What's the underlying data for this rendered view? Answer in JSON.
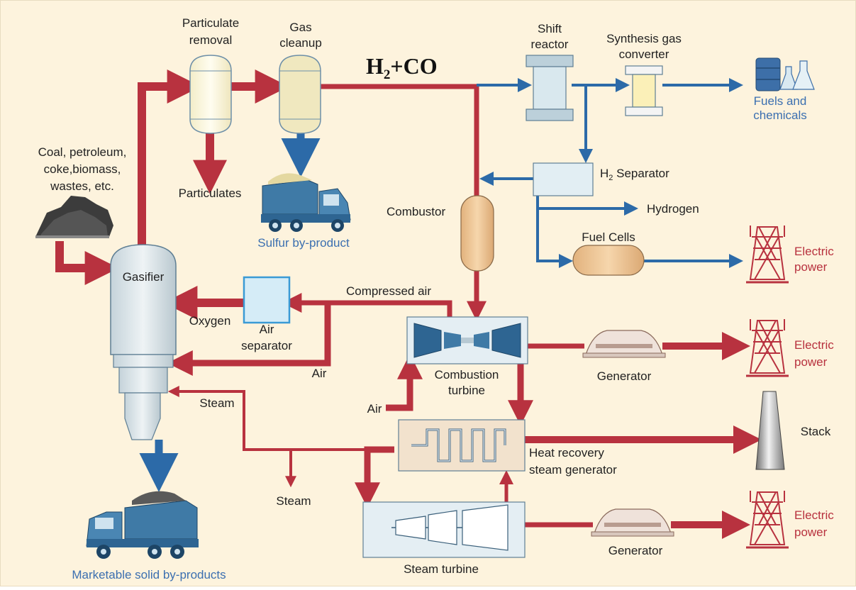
{
  "colors": {
    "background": "#fdf3dd",
    "border": "#e8dcc0",
    "red_flow": "#b8323f",
    "blue_flow": "#2c6aa8",
    "blue_text": "#3b6fb0",
    "red_text": "#b8323f",
    "dark_text": "#222222"
  },
  "labels": {
    "particulate_removal_1": "Particulate",
    "particulate_removal_2": "removal",
    "gas_cleanup_1": "Gas",
    "gas_cleanup_2": "cleanup",
    "h2co_h": "H",
    "h2co_sub": "2",
    "h2co_rest": "+CO",
    "shift_reactor_1": "Shift",
    "shift_reactor_2": "reactor",
    "synthesis_1": "Synthesis gas",
    "synthesis_2": "converter",
    "fuels_1": "Fuels and",
    "fuels_2": "chemicals",
    "feedstock_1": "Coal, petroleum,",
    "feedstock_2": "coke,biomass,",
    "feedstock_3": "wastes, etc.",
    "particulates": "Particulates",
    "sulfur": "Sulfur by-product",
    "h2_sep_h": "H",
    "h2_sep_sub": "2",
    "h2_sep_rest": " Separator",
    "hydrogen": "Hydrogen",
    "combustor": "Combustor",
    "fuel_cells": "Fuel Cells",
    "electric_1": "Electric",
    "power_1": "power",
    "electric_2": "Electric",
    "power_2": "power",
    "electric_3": "Electric",
    "power_3": "power",
    "gasifier": "Gasifier",
    "compressed_air": "Compressed air",
    "oxygen": "Oxygen",
    "air_sep_1": "Air",
    "air_sep_2": "separator",
    "air_in_separator": "Air",
    "combustion_turbine_1": "Combustion",
    "combustion_turbine_2": "turbine",
    "generator_1": "Generator",
    "generator_2": "Generator",
    "steam_left": "Steam",
    "air_turbine": "Air",
    "stack": "Stack",
    "hrsg_1": "Heat recovery",
    "hrsg_2": "steam generator",
    "steam_bottom": "Steam",
    "steam_turbine": "Steam turbine",
    "marketable": "Marketable solid by-products"
  }
}
